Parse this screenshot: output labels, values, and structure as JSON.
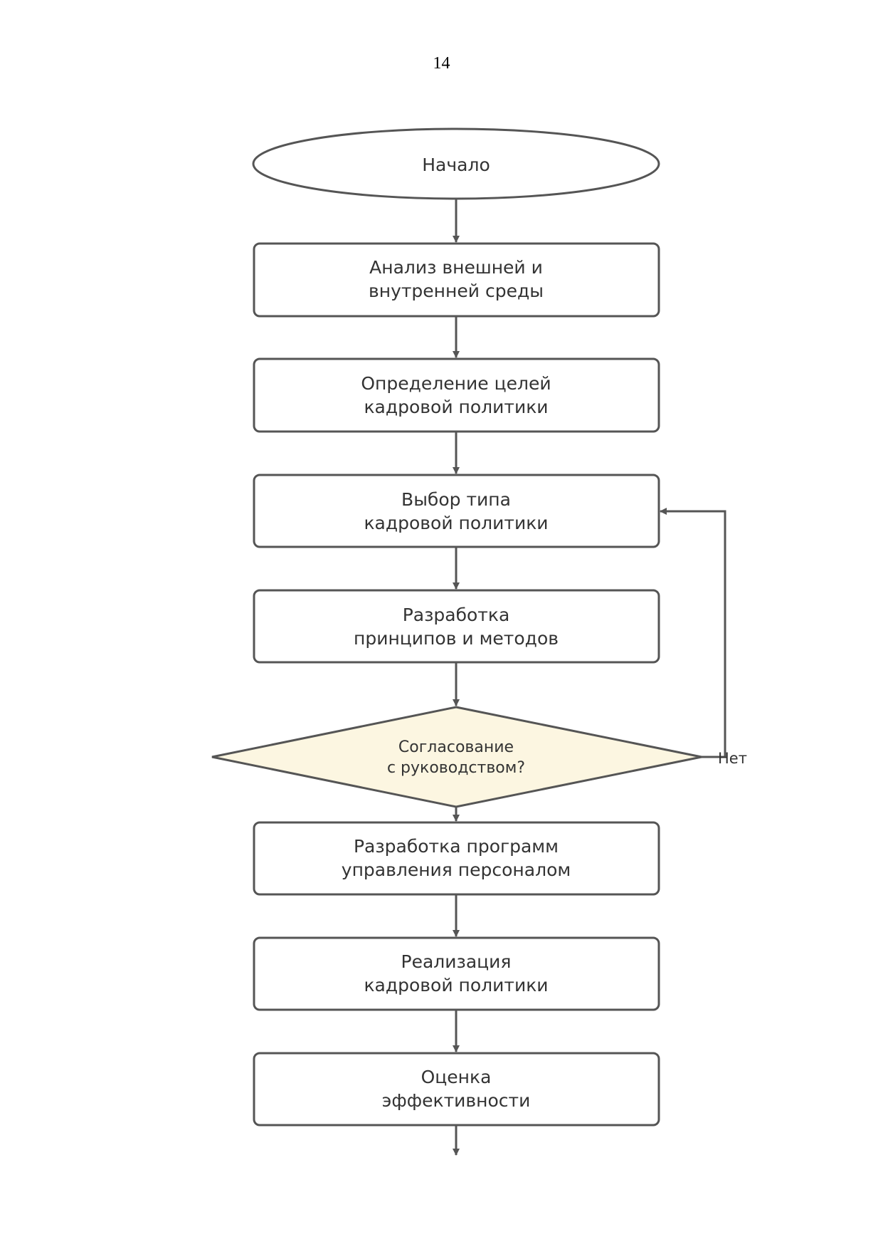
{
  "page_number": "14",
  "flowchart": {
    "start": {
      "label": "Начало"
    },
    "steps": [
      {
        "lines": [
          "Анализ внешней и",
          "внутренней среды"
        ]
      },
      {
        "lines": [
          "Определение целей",
          "кадровой политики"
        ]
      },
      {
        "lines": [
          "Выбор типа",
          "кадровой политики"
        ]
      },
      {
        "lines": [
          "Разработка",
          "принципов и методов"
        ]
      }
    ],
    "decision": {
      "lines": [
        "Согласование",
        "с руководством?"
      ],
      "no_label": "Нет",
      "fill": "#fcf6e1"
    },
    "steps_after": [
      {
        "lines": [
          "Разработка программ",
          "управления персоналом"
        ]
      },
      {
        "lines": [
          "Реализация",
          "кадровой политики"
        ]
      },
      {
        "lines": [
          "Оценка",
          "эффективности"
        ]
      }
    ],
    "colors": {
      "stroke": "#555555",
      "text": "#333333"
    }
  }
}
